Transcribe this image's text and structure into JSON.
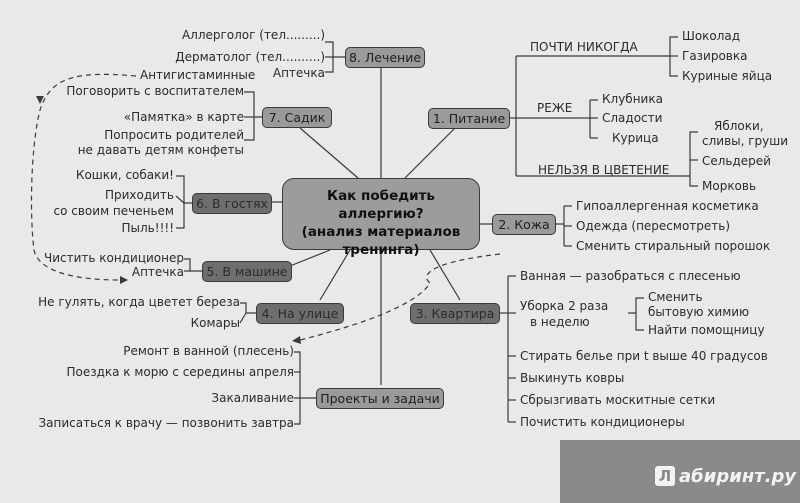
{
  "center": {
    "line1": "Как победить аллергию?",
    "line2": "(анализ материалов",
    "line3": "тренинга)"
  },
  "nodes": {
    "lechenie": "8. Лечение",
    "sadik": "7. Садик",
    "gosti": "6. В гостях",
    "mashina": "5. В машине",
    "ulitsa": "4. На улице",
    "kvartira": "3. Квартира",
    "kozha": "2. Кожа",
    "pitanie": "1. Питание",
    "proekty": "Проекты и задачи"
  },
  "lechenie_items": [
    "Аллерголог (тел.........)",
    "Дерматолог (тел..........)",
    "Аптечка",
    "Антигистаминные"
  ],
  "sadik_items": [
    "Поговорить с воспитателем",
    "«Памятка» в карте",
    "Попросить родителей",
    "не давать детям конфеты"
  ],
  "gosti_items": [
    "Кошки, собаки!",
    "Приходить",
    "со своим печеньем",
    "Пыль!!!!"
  ],
  "mashina_items": [
    "Чистить кондиционер",
    "Аптечка"
  ],
  "ulitsa_items": [
    "Не гулять, когда цветет береза",
    "Комары"
  ],
  "proekty_items": [
    "Ремонт в ванной (плесень)",
    "Поездка к морю с середины апреля",
    "Закаливание",
    "Записаться к врачу — позвонить завтра"
  ],
  "pitanie": {
    "pochti": "ПОЧТИ НИКОГДА",
    "pochti_items": [
      "Шоколад",
      "Газировка",
      "Куриные яйца"
    ],
    "rezhe": "РЕЖЕ",
    "rezhe_items": [
      "Клубника",
      "Сладости",
      "Курица"
    ],
    "nelzya": "НЕЛЬЗЯ В ЦВЕТЕНИЕ",
    "nelzya_items": [
      "Яблоки,",
      "сливы, груши",
      "Сельдерей",
      "Морковь"
    ]
  },
  "kozha_items": [
    "Гипоаллергенная косметика",
    "Одежда (пересмотреть)",
    "Сменить стиральный порошок"
  ],
  "kvartira_items": [
    "Ванная — разобраться с плесенью",
    "Уборка 2 раза",
    "в неделю",
    "Сменить",
    "бытовую химию",
    "Найти помощницу",
    "Стирать белье при t выше 40 градусов",
    "Выкинуть ковры",
    "Сбрызгивать москитные сетки",
    "Почистить кондиционеры"
  ],
  "watermark": "абиринт.ру",
  "watermark_letter": "Л"
}
